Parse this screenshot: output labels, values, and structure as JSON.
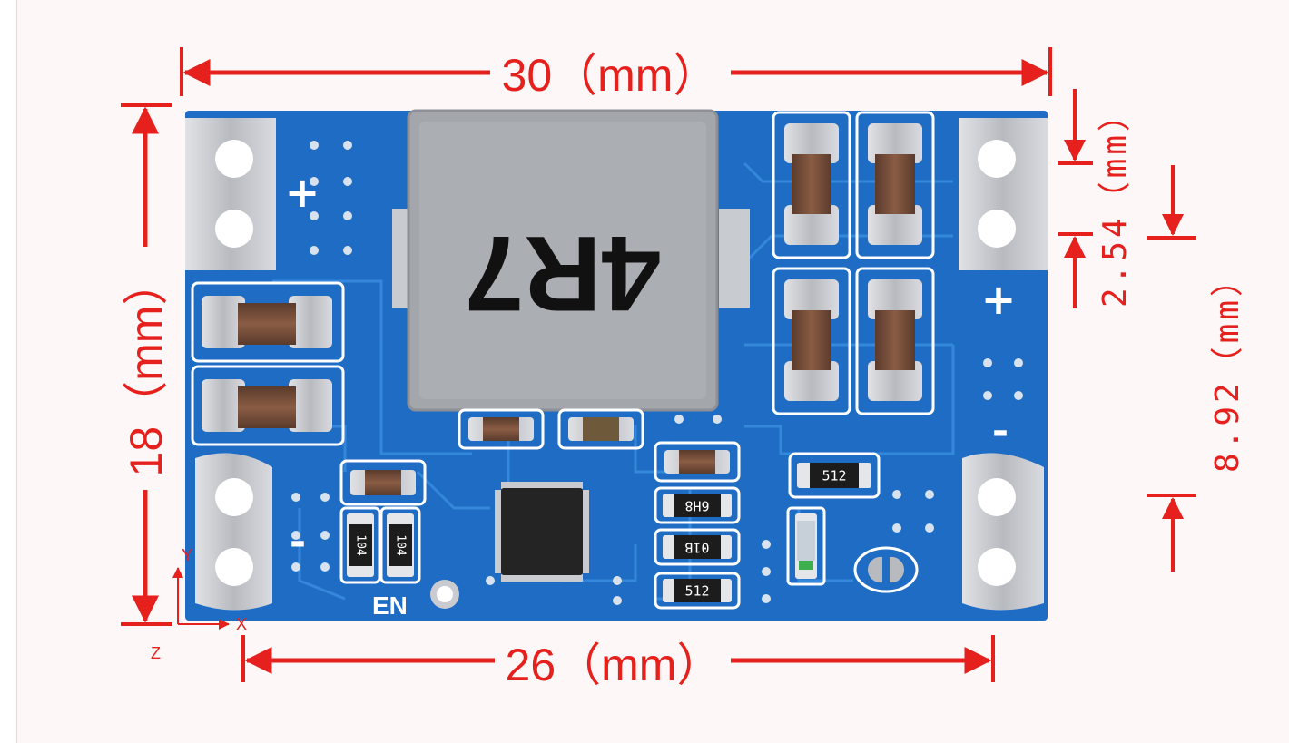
{
  "dimensions": {
    "width_label": "30（mm）",
    "height_label": "18（mm）",
    "bottom_label": "26（mm）",
    "pitch_label": "2.54（mm）",
    "offset_label": "8.92（mm）"
  },
  "board": {
    "inductor_marking": "4R7",
    "resistor_512_top": "512",
    "resistor_512_bottom": "512",
    "resistor_6h8": "6H8",
    "resistor_01b": "01B",
    "cap_104_a": "104",
    "cap_104_b": "104",
    "label_en": "EN",
    "plus_left": "+",
    "plus_right": "+",
    "minus_left": "-",
    "minus_right": "-"
  },
  "axes": {
    "x": "X",
    "y": "Y",
    "z": "Z"
  },
  "colors": {
    "dimension_red": "#e6201d",
    "pcb_blue": "#1f6cc4",
    "pcb_trace": "#2f86da",
    "silkscreen": "#ffffff",
    "pad_silver": "#c9cbd0",
    "inductor_gray": "#a3a6ab"
  }
}
